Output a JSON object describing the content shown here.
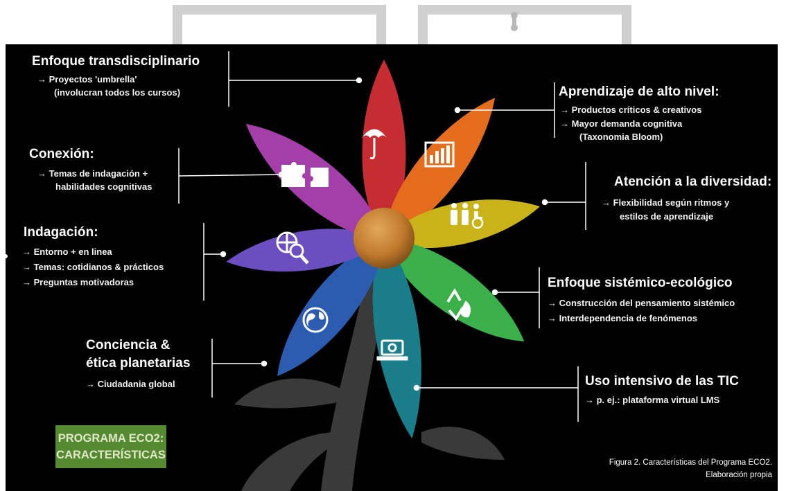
{
  "figure": {
    "badge": {
      "line1": "PROGRAMA ECO2:",
      "line2": "CARACTERÍSTICAS"
    },
    "caption": {
      "line1": "Figura 2. Características del Programa ECO2.",
      "line2": "Elaboración propia"
    },
    "petals": [
      {
        "id": "transdisciplinario",
        "icon": "umbrella-icon",
        "color": "#c62d33",
        "title": "Enfoque transdisciplinario",
        "lines": [
          "→ Proyectos 'umbrella'",
          "(involucran todos los cursos)"
        ]
      },
      {
        "id": "alto-nivel",
        "icon": "bar-chart-icon",
        "color": "#e36d1c",
        "title": "Aprendizaje de alto nivel:",
        "lines": [
          "→  Productos críticos & creativos",
          "→  Mayor demanda cognitiva",
          "(Taxonomia Bloom)"
        ]
      },
      {
        "id": "diversidad",
        "icon": "people-accessibility-icon",
        "color": "#c9b319",
        "title": "Atención a la diversidad:",
        "lines": [
          "→  Flexibilidad según ritmos y",
          "estilos de aprendizaje"
        ]
      },
      {
        "id": "sistemico",
        "icon": "recycle-icon",
        "color": "#3bb04a",
        "title": "Enfoque sistémico-ecológico",
        "lines": [
          "→ Construcción del pensamiento sistémico",
          "→ Interdependencia de fenómenos"
        ]
      },
      {
        "id": "tic",
        "icon": "laptop-icon",
        "color": "#1a7e8a",
        "title": "Uso intensivo de las TIC",
        "lines": [
          "→ p. ej.: plataforma virtual LMS"
        ]
      },
      {
        "id": "conciencia",
        "icon": "globe-icon",
        "color": "#2c5cb0",
        "title_lines": [
          "Conciencia &",
          "ética planetarias"
        ],
        "lines": [
          "→  Ciudadania global"
        ]
      },
      {
        "id": "indagacion",
        "icon": "globe-search-icon",
        "color": "#6b4fc0",
        "title": "Indagación:",
        "lines": [
          "→ Entorno + en linea",
          "→ Temas: cotidianos & prácticos",
          "→ Preguntas motivadoras"
        ]
      },
      {
        "id": "conexion",
        "icon": "puzzle-icon",
        "color": "#a43ea9",
        "title": "Conexión:",
        "lines": [
          "→  Temas de indagación +",
          "habilidades cognitivas"
        ]
      }
    ]
  }
}
